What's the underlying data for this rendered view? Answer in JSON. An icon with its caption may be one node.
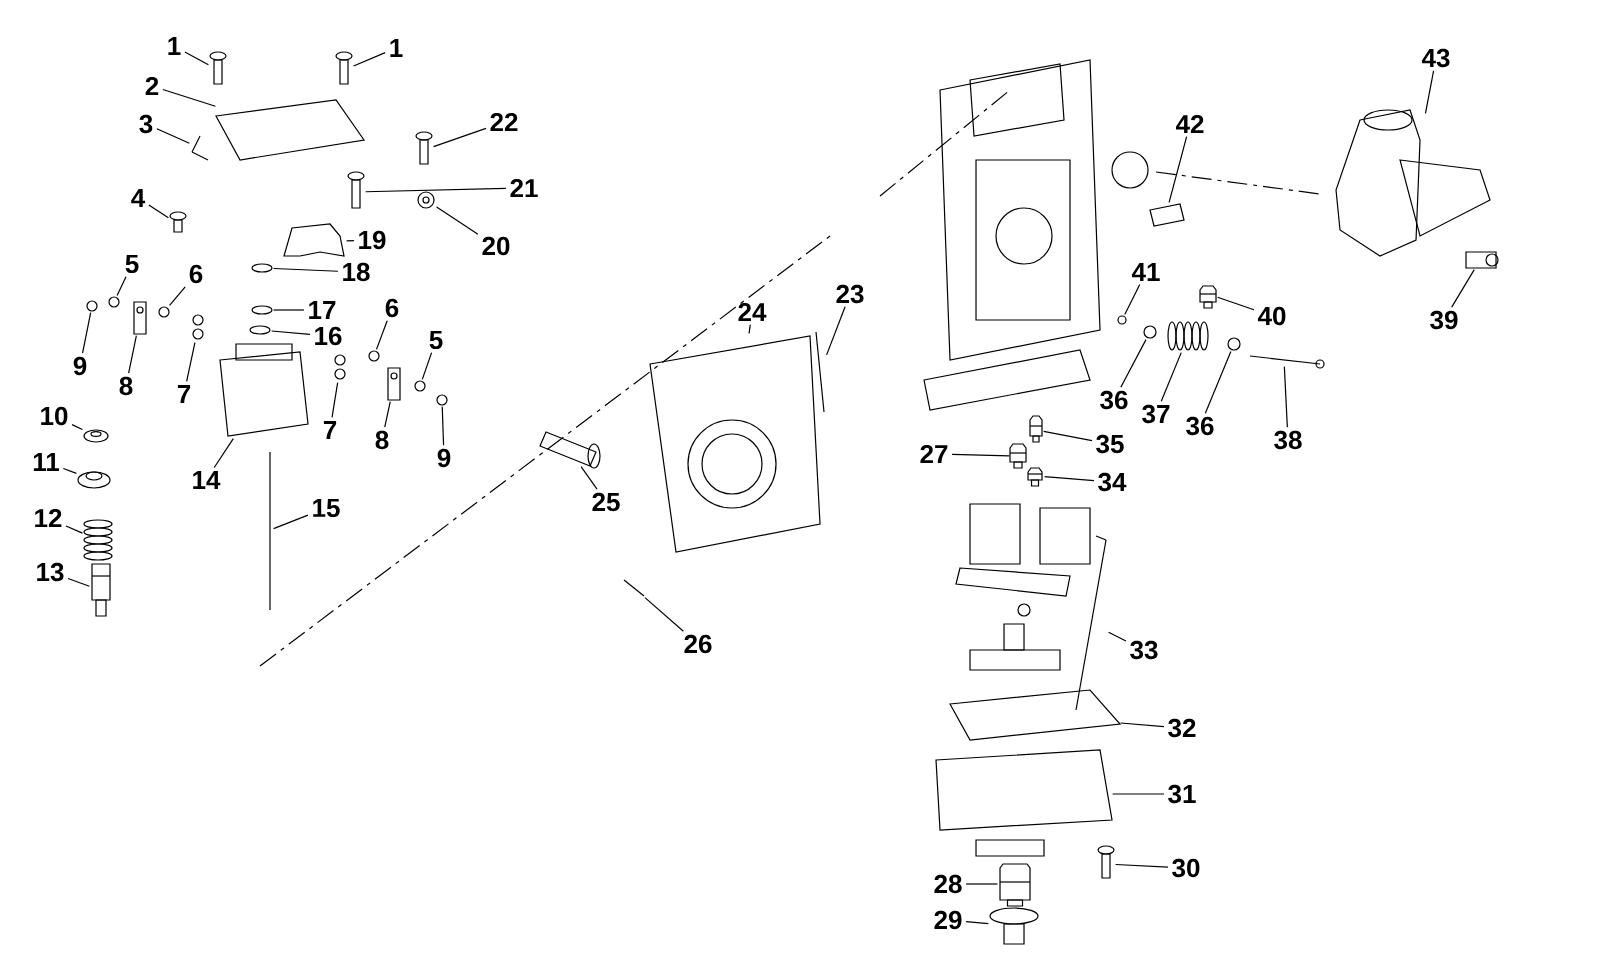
{
  "diagram": {
    "nodes": [
      {
        "text": [
          "1"
        ]
      },
      {
        "text": [
          "1"
        ]
      },
      {
        "text": [
          "2"
        ]
      },
      {
        "text": [
          "3"
        ]
      },
      {
        "text": [
          "22"
        ]
      },
      {
        "text": [
          "21"
        ]
      },
      {
        "text": [
          "20"
        ]
      },
      {
        "text": [
          "4"
        ]
      },
      {
        "text": [
          "19"
        ]
      },
      {
        "text": [
          "18"
        ]
      },
      {
        "text": [
          "5"
        ]
      },
      {
        "text": [
          "6"
        ]
      },
      {
        "text": [
          "9"
        ]
      },
      {
        "text": [
          "8"
        ]
      },
      {
        "text": [
          "7"
        ]
      },
      {
        "text": [
          "17"
        ]
      },
      {
        "text": [
          "16"
        ]
      },
      {
        "text": [
          "6"
        ]
      },
      {
        "text": [
          "5"
        ]
      },
      {
        "text": [
          "7"
        ]
      },
      {
        "text": [
          "8"
        ]
      },
      {
        "text": [
          "9"
        ]
      },
      {
        "text": [
          "10"
        ]
      },
      {
        "text": [
          "11"
        ]
      },
      {
        "text": [
          "14"
        ]
      },
      {
        "text": [
          "15"
        ]
      },
      {
        "text": [
          "12"
        ]
      },
      {
        "text": [
          "13"
        ]
      },
      {
        "text": [
          "23"
        ]
      },
      {
        "text": [
          "24"
        ]
      },
      {
        "text": [
          "25"
        ]
      },
      {
        "text": [
          "26"
        ]
      },
      {
        "text": [
          "43"
        ]
      },
      {
        "text": [
          "42"
        ]
      },
      {
        "text": [
          "41"
        ]
      },
      {
        "text": [
          "40"
        ]
      },
      {
        "text": [
          "39"
        ]
      },
      {
        "text": [
          "36"
        ]
      },
      {
        "text": [
          "37"
        ]
      },
      {
        "text": [
          "36"
        ]
      },
      {
        "text": [
          "38"
        ]
      },
      {
        "text": [
          "27"
        ]
      },
      {
        "text": [
          "35"
        ]
      },
      {
        "text": [
          "34"
        ]
      },
      {
        "text": [
          "33"
        ]
      },
      {
        "text": [
          "32"
        ]
      },
      {
        "text": [
          "31"
        ]
      },
      {
        "text": [
          "30"
        ]
      },
      {
        "text": [
          "28"
        ]
      },
      {
        "text": [
          "29"
        ]
      },
      {
        "text": [],
        "shape": "picture"
      },
      {
        "text": [],
        "shape": "picture"
      },
      {
        "text": [],
        "shape": "picture"
      },
      {
        "text": [],
        "shape": "picture"
      },
      {
        "text": [],
        "shape": "picture"
      },
      {
        "text": [],
        "shape": "picture"
      },
      {
        "text": [],
        "shape": "picture"
      },
      {
        "text": [],
        "shape": "picture"
      },
      {
        "text": [],
        "shape": "picture"
      },
      {
        "text": [],
        "shape": "picture"
      },
      {
        "text": [],
        "shape": "picture"
      },
      {
        "text": [],
        "shape": "picture"
      },
      {
        "text": [],
        "shape": "picture"
      },
      {
        "text": [],
        "shape": "picture"
      },
      {
        "text": [],
        "shape": "picture"
      },
      {
        "text": [],
        "shape": "picture"
      },
      {
        "text": [],
        "shape": "picture"
      },
      {
        "text": [],
        "shape": "picture"
      },
      {
        "text": [],
        "shape": "picture"
      },
      {
        "text": [],
        "shape": "picture"
      },
      {
        "text": [],
        "shape": "picture"
      },
      {
        "text": [],
        "shape": "picture"
      },
      {
        "text": [],
        "shape": "picture"
      },
      {
        "text": [],
        "shape": "picture"
      },
      {
        "text": [],
        "shape": "picture"
      },
      {
        "text": [],
        "shape": "picture"
      },
      {
        "text": [],
        "shape": "picture"
      },
      {
        "text": [],
        "shape": "picture"
      },
      {
        "text": [],
        "shape": "picture"
      },
      {
        "text": [],
        "shape": "picture"
      },
      {
        "text": [],
        "shape": "picture"
      },
      {
        "text": [],
        "shape": "picture"
      },
      {
        "text": [],
        "shape": "picture"
      },
      {
        "text": [],
        "shape": "picture"
      },
      {
        "text": [],
        "shape": "picture"
      },
      {
        "text": [],
        "shape": "picture"
      },
      {
        "text": [],
        "shape": "picture"
      },
      {
        "text": [],
        "shape": "picture"
      },
      {
        "text": [],
        "shape": "picture"
      },
      {
        "text": [],
        "shape": "picture"
      },
      {
        "text": [],
        "shape": "picture"
      },
      {
        "text": [],
        "shape": "picture"
      },
      {
        "text": [],
        "shape": "picture"
      },
      {
        "text": [],
        "shape": "picture"
      },
      {
        "text": [],
        "shape": "picture"
      },
      {
        "text": [],
        "shape": "picture"
      },
      {
        "text": [],
        "shape": "picture"
      },
      {
        "text": [],
        "shape": "picture"
      },
      {
        "text": [],
        "shape": "picture"
      },
      {
        "text": [],
        "shape": "picture"
      }
    ],
    "edges": [
      {
        "from": 0,
        "to": 50,
        "arrow": "none"
      },
      {
        "from": 1,
        "to": 51,
        "arrow": "none"
      },
      {
        "from": 2,
        "to": 52,
        "arrow": "none"
      },
      {
        "from": 3,
        "to": 53,
        "arrow": "none"
      },
      {
        "from": 4,
        "to": 54,
        "arrow": "none"
      },
      {
        "from": 5,
        "to": 55,
        "arrow": "none"
      },
      {
        "from": 6,
        "to": 56,
        "arrow": "none"
      },
      {
        "from": 7,
        "to": 57,
        "arrow": "none"
      },
      {
        "from": 8,
        "to": 58,
        "arrow": "none"
      },
      {
        "from": 9,
        "to": 59,
        "arrow": "none"
      },
      {
        "from": 10,
        "to": 60,
        "arrow": "none"
      },
      {
        "from": 11,
        "to": 61,
        "arrow": "none"
      },
      {
        "from": 12,
        "to": 62,
        "arrow": "none"
      },
      {
        "from": 13,
        "to": 63,
        "arrow": "none"
      },
      {
        "from": 14,
        "to": 64,
        "arrow": "none"
      },
      {
        "from": 15,
        "to": 65,
        "arrow": "none"
      },
      {
        "from": 16,
        "to": 66,
        "arrow": "none"
      },
      {
        "from": 17,
        "to": 67,
        "arrow": "none"
      },
      {
        "from": 18,
        "to": 68,
        "arrow": "none"
      },
      {
        "from": 19,
        "to": 69,
        "arrow": "none"
      },
      {
        "from": 20,
        "to": 70,
        "arrow": "none"
      },
      {
        "from": 21,
        "to": 71,
        "arrow": "none"
      },
      {
        "from": 22,
        "to": 72,
        "arrow": "none"
      },
      {
        "from": 23,
        "to": 73,
        "arrow": "none"
      },
      {
        "from": 24,
        "to": 74,
        "arrow": "none"
      },
      {
        "from": 25,
        "to": 75,
        "arrow": "none"
      },
      {
        "from": 26,
        "to": 76,
        "arrow": "none"
      },
      {
        "from": 27,
        "to": 77,
        "arrow": "none"
      },
      {
        "from": 28,
        "to": 78,
        "arrow": "none"
      },
      {
        "from": 29,
        "to": 79,
        "arrow": "none"
      },
      {
        "from": 30,
        "to": 80,
        "arrow": "none"
      },
      {
        "from": 31,
        "to": 81,
        "arrow": "none"
      },
      {
        "from": 32,
        "to": 82,
        "arrow": "none"
      },
      {
        "from": 33,
        "to": 83,
        "arrow": "none"
      },
      {
        "from": 34,
        "to": 84,
        "arrow": "none"
      },
      {
        "from": 35,
        "to": 85,
        "arrow": "none"
      },
      {
        "from": 36,
        "to": 86,
        "arrow": "none"
      },
      {
        "from": 37,
        "to": 87,
        "arrow": "none"
      },
      {
        "from": 38,
        "to": 88,
        "arrow": "none"
      },
      {
        "from": 39,
        "to": 89,
        "arrow": "none"
      },
      {
        "from": 40,
        "to": 90,
        "arrow": "none"
      },
      {
        "from": 41,
        "to": 91,
        "arrow": "none"
      },
      {
        "from": 42,
        "to": 92,
        "arrow": "none"
      },
      {
        "from": 43,
        "to": 93,
        "arrow": "none"
      },
      {
        "from": 44,
        "to": 94,
        "arrow": "none"
      },
      {
        "from": 45,
        "to": 95,
        "arrow": "none"
      },
      {
        "from": 46,
        "to": 96,
        "arrow": "none"
      },
      {
        "from": 47,
        "to": 97,
        "arrow": "none"
      },
      {
        "from": 48,
        "to": 98,
        "arrow": "none"
      },
      {
        "from": 49,
        "to": 99,
        "arrow": "none"
      }
    ]
  }
}
